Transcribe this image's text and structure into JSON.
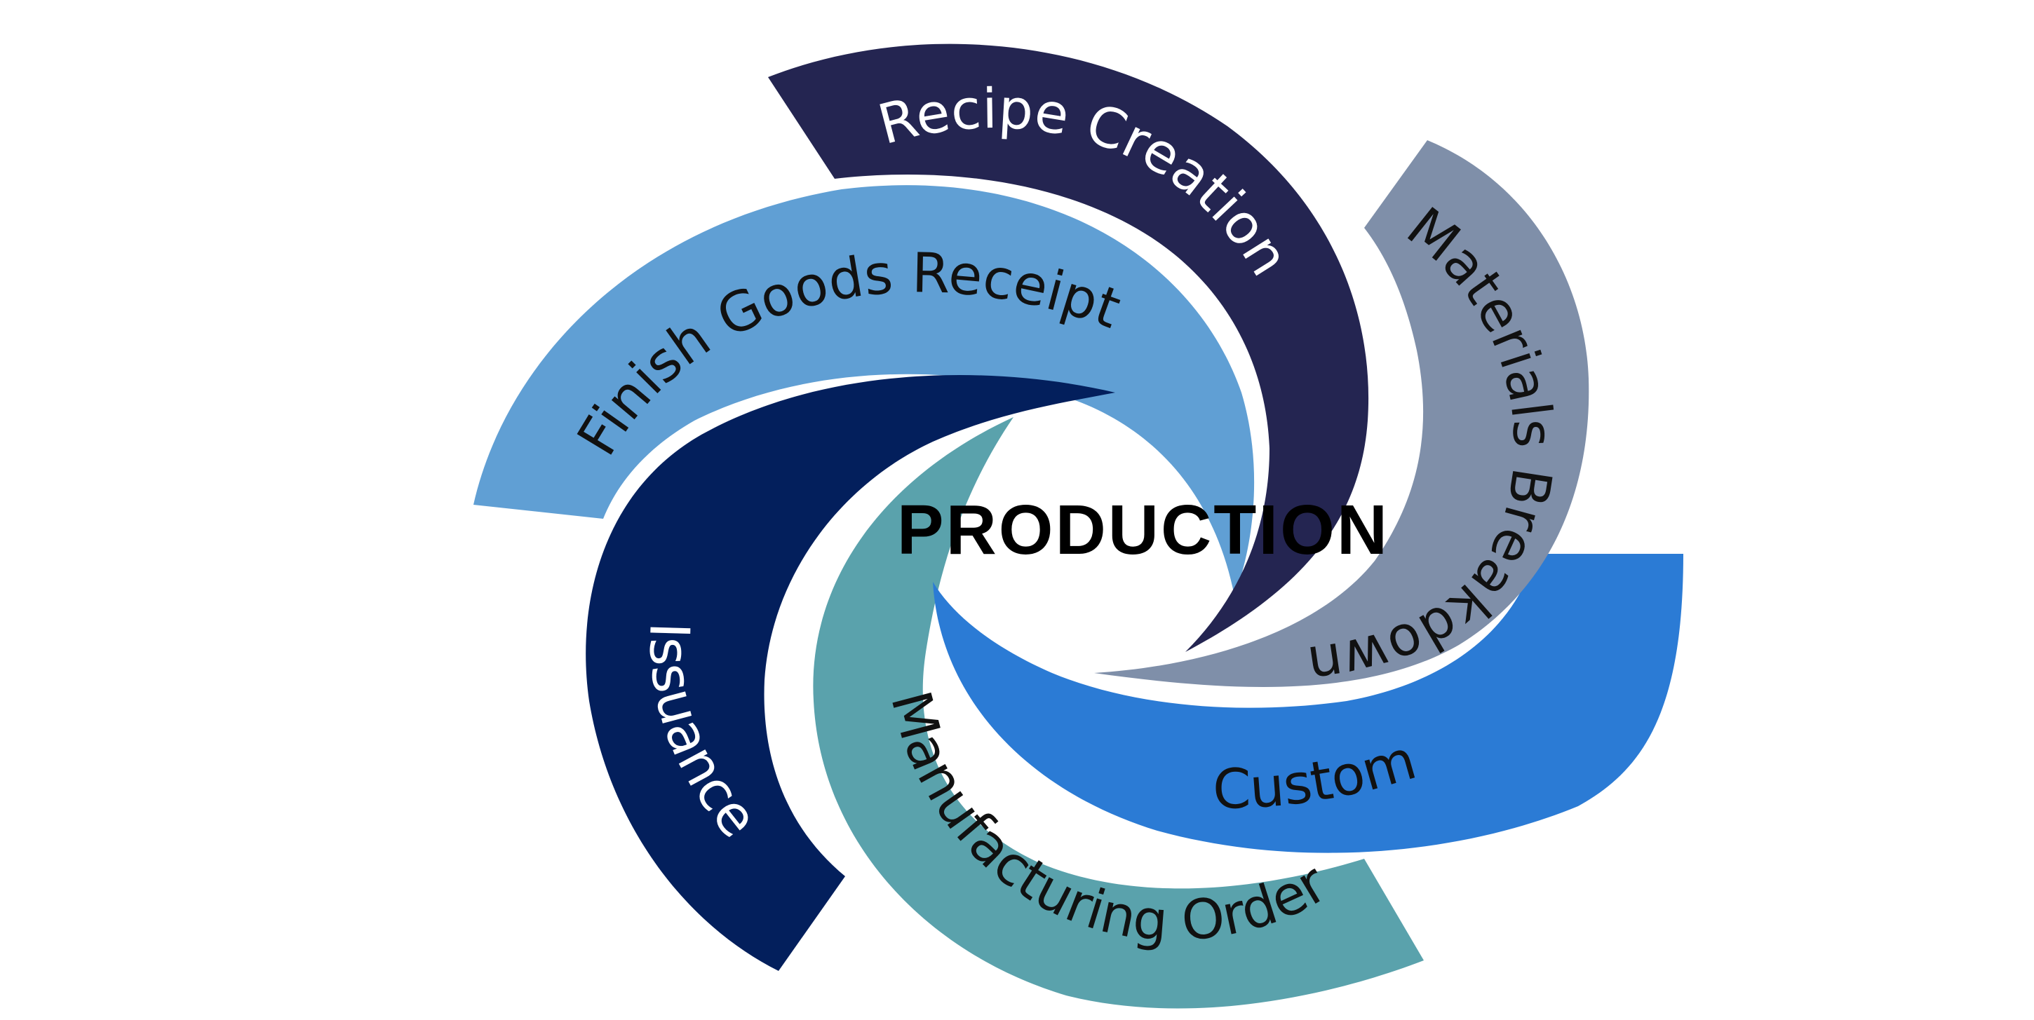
{
  "diagram": {
    "center_title": "PRODUCTION",
    "segments": [
      {
        "id": "recipe-creation",
        "label": "Recipe Creation",
        "color": "#242551",
        "text_color": "#ffffff"
      },
      {
        "id": "materials-breakdown",
        "label": "Materials Breakdown",
        "color": "#7f8fa9",
        "text_color": "#111111"
      },
      {
        "id": "custom",
        "label": "Custom",
        "color": "#2b7bd5",
        "text_color": "#111111"
      },
      {
        "id": "manufacturing-order",
        "label": "Manufacturing Order",
        "color": "#5aa2ac",
        "text_color": "#111111"
      },
      {
        "id": "issuance",
        "label": "Issuance",
        "color": "#031f5c",
        "text_color": "#ffffff"
      },
      {
        "id": "finish-goods-receipt",
        "label": "Finish Goods Receipt",
        "color": "#609fd4",
        "text_color": "#111111"
      }
    ]
  }
}
